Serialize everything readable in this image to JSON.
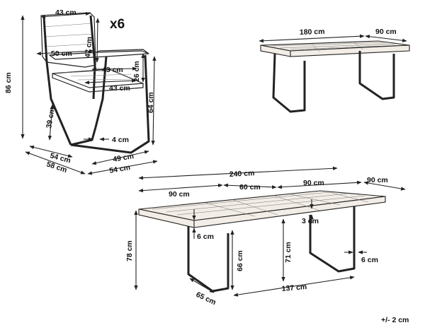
{
  "chair": {
    "count": "x6",
    "back_width": "43 cm",
    "back_height": "47 cm",
    "armrest_depth": "50 cm",
    "total_height": "86 cm",
    "seat_width_inner": "43 cm",
    "armrest_height": "26 cm",
    "seat_depth": "43 cm",
    "arm_height_floor": "64 cm",
    "seat_height": "39 cm",
    "leg_size": "4 cm",
    "base_depth": "54 cm",
    "total_depth": "58 cm",
    "seat_width": "49 cm",
    "total_width": "54 cm"
  },
  "table_closed": {
    "length": "180 cm",
    "width": "90 cm"
  },
  "table_extended": {
    "length": "240 cm",
    "end_section_left": "90 cm",
    "middle_section": "60 cm",
    "end_section_right": "90 cm",
    "width": "90 cm",
    "height": "78 cm",
    "apron": "6 cm",
    "top_thickness": "3 cm",
    "clearance": "66 cm",
    "legroom": "71 cm",
    "leg_width": "6 cm",
    "leg_depth": "65 cm",
    "leg_span": "137 cm"
  },
  "tolerance": "+/- 2 cm"
}
